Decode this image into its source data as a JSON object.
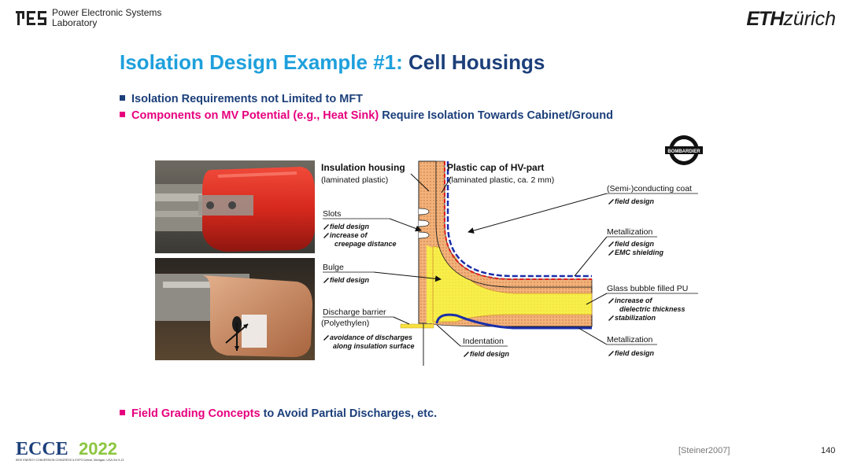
{
  "header": {
    "lab_line1": "Power Electronic Systems",
    "lab_line2": "Laboratory",
    "eth_bold": "ETH",
    "eth_rest": "zürich"
  },
  "slide": {
    "title_part1": "Isolation Design Example #1:",
    "title_part2": "Cell Housings",
    "bullet1": "Isolation Requirements not Limited to MFT",
    "bullet2_mag": "Components on MV Potential (e.g., Heat Sink)",
    "bullet2_navy": "Require Isolation Towards Cabinet/Ground",
    "bullet3_mag": "Field Grading Concepts",
    "bullet3_navy": "to Avoid Partial Discharges, etc."
  },
  "diagram": {
    "brand": "BOMBARDIER",
    "insulation_housing": "Insulation housing",
    "insulation_housing_sub": "(laminated plastic)",
    "plastic_cap": "Plastic cap of HV-part",
    "plastic_cap_sub": "(laminated plastic, ca. 2 mm)",
    "slots": "Slots",
    "slots_note1": "field design",
    "slots_note2": "increase of",
    "slots_note3": "creepage distance",
    "bulge": "Bulge",
    "bulge_note": "field design",
    "discharge_barrier": "Discharge barrier",
    "discharge_barrier_sub": "(Polyethylen)",
    "discharge_note1": "avoidance of discharges",
    "discharge_note2": "along insulation surface",
    "indentation": "Indentation",
    "indentation_note": "field design",
    "semi_coat": "(Semi-)conducting coat",
    "semi_coat_note": "field design",
    "metallization_top": "Metallization",
    "metallization_top_note1": "field design",
    "metallization_top_note2": "EMC shielding",
    "glass_bubble": "Glass bubble filled PU",
    "glass_note1": "increase of",
    "glass_note2": "dielectric thickness",
    "glass_note3": "stabilization",
    "metallization_bottom": "Metallization",
    "metallization_bottom_note": "field design"
  },
  "footer": {
    "ecce_text": "ECCE",
    "ecce_year": "2022",
    "ecce_subtitle": "IEEE ENERGY CONVERSION CONGRESS & EXPO Detroit, Michigan, USA Oct 9-13",
    "citation": "[Steiner2007]",
    "page_number": "140"
  },
  "colors": {
    "title_light_blue": "#1ea0dc",
    "navy": "#1c3f7a",
    "magenta": "#e6007e",
    "housing_orange": "#f2b27a",
    "pu_yellow": "#f8ee4a",
    "metal_blue": "#1a2fa8"
  }
}
